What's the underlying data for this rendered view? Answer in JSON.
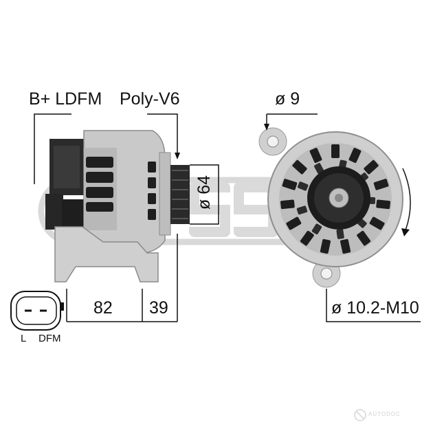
{
  "labels": {
    "terminals": "B+ LDFM",
    "pulley": "Poly-V6",
    "hole_diameter": "ø 9",
    "pulley_diameter": "ø 64",
    "bolt": "ø 10.2-M10",
    "dim_body": "82",
    "dim_pulley": "39",
    "pin_l": "L",
    "pin_dfm": "DFM"
  },
  "watermark_brand": "ESSM",
  "footer_watermark": "AUTODOC",
  "colors": {
    "body_light": "#c8c8c8",
    "body_dark": "#2a2a2a",
    "line": "#111111",
    "watermark": "#d9d9d9"
  }
}
